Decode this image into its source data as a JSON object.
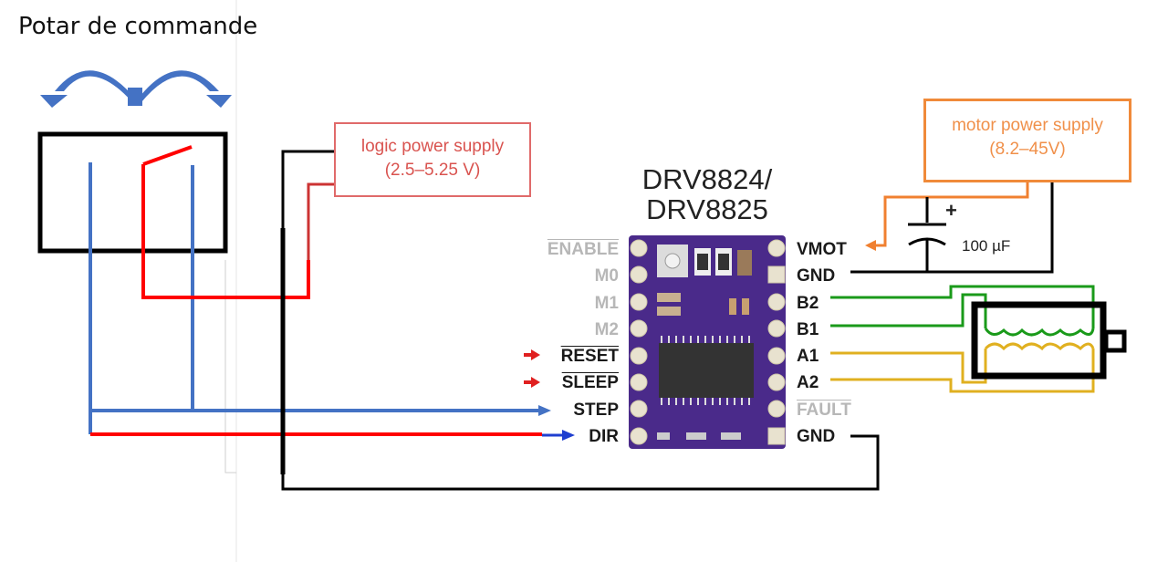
{
  "title": "Potar de commande",
  "logic_supply": {
    "line1": "logic power supply",
    "line2": "(2.5–5.25 V)",
    "color": "#d9534f"
  },
  "motor_supply": {
    "line1": "motor power supply",
    "line2": "(8.2–45V)",
    "color": "#f0904a"
  },
  "driver": {
    "title_line1": "DRV8824/",
    "title_line2": "DRV8825",
    "board_color": "#4a2a8a"
  },
  "left_pins": [
    {
      "label": "ENABLE",
      "style": "dim",
      "overline": true
    },
    {
      "label": "M0",
      "style": "dim",
      "overline": false
    },
    {
      "label": "M1",
      "style": "dim",
      "overline": false
    },
    {
      "label": "M2",
      "style": "dim",
      "overline": false
    },
    {
      "label": "RESET",
      "style": "dark",
      "overline": true
    },
    {
      "label": "SLEEP",
      "style": "dark",
      "overline": true
    },
    {
      "label": "STEP",
      "style": "dark",
      "overline": false
    },
    {
      "label": "DIR",
      "style": "dark",
      "overline": false
    }
  ],
  "right_pins": [
    {
      "label": "VMOT",
      "style": "dark",
      "overline": false
    },
    {
      "label": "GND",
      "style": "dark",
      "overline": false
    },
    {
      "label": "B2",
      "style": "dark",
      "overline": false
    },
    {
      "label": "B1",
      "style": "dark",
      "overline": false
    },
    {
      "label": "A1",
      "style": "dark",
      "overline": false
    },
    {
      "label": "A2",
      "style": "dark",
      "overline": false
    },
    {
      "label": "FAULT",
      "style": "dim",
      "overline": true
    },
    {
      "label": "GND",
      "style": "dark",
      "overline": false
    }
  ],
  "capacitor": {
    "label": "100 µF",
    "polarity": "+"
  },
  "wire_colors": {
    "blue": "#4472c4",
    "red": "#ff0000",
    "black": "#000000",
    "green": "#1a9a1a",
    "yellow": "#e0b020",
    "orange": "#f08030",
    "arrow_blue": "#1f3fd0"
  },
  "icons": {
    "rotation": "double-curved-arrow-icon",
    "potentiometer": "potentiometer-icon",
    "motor": "stepper-motor-icon",
    "capacitor": "capacitor-icon"
  }
}
